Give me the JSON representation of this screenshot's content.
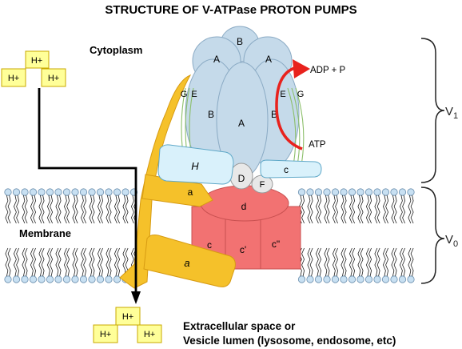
{
  "title": "STRUCTURE OF V-ATPase PROTON PUMPS",
  "regions": {
    "cytoplasm": "Cytoplasm",
    "membrane": "Membrane",
    "extracellular_line1": "Extracellular space or",
    "extracellular_line2": "Vesicle lumen (lysosome, endosome, etc)"
  },
  "domains": {
    "v1": {
      "letter": "V",
      "subscript": "1"
    },
    "v0": {
      "letter": "V",
      "subscript": "0"
    }
  },
  "subunits": {
    "B_top": "B",
    "A_left": "A",
    "A_right": "A",
    "B_left": "B",
    "A_center": "A",
    "B_right": "B",
    "G_left": "G",
    "E_left": "E",
    "E_right": "E",
    "G_right": "G",
    "H": "H",
    "D": "D",
    "F": "F",
    "c_small": "c",
    "d": "d",
    "a_upper": "a",
    "a_lower": "a",
    "c_ring1": "c",
    "c_ring2": "c'",
    "c_ring3": "c\""
  },
  "reaction": {
    "products": "ADP + P",
    "substrate": "ATP"
  },
  "protons": {
    "top": [
      "H+",
      "H+",
      "H+"
    ],
    "bottom": [
      "H+",
      "H+",
      "H+"
    ]
  },
  "colors": {
    "headpiece_blue": "#c5daea",
    "stalk_yellow": "#f5c12a",
    "v0_red": "#f27272",
    "h_cyan": "#d9f1fb",
    "proton_yellow": "#ffff99",
    "arrow_red": "#e8221d",
    "lipid_blue": "#c8e0f2"
  }
}
